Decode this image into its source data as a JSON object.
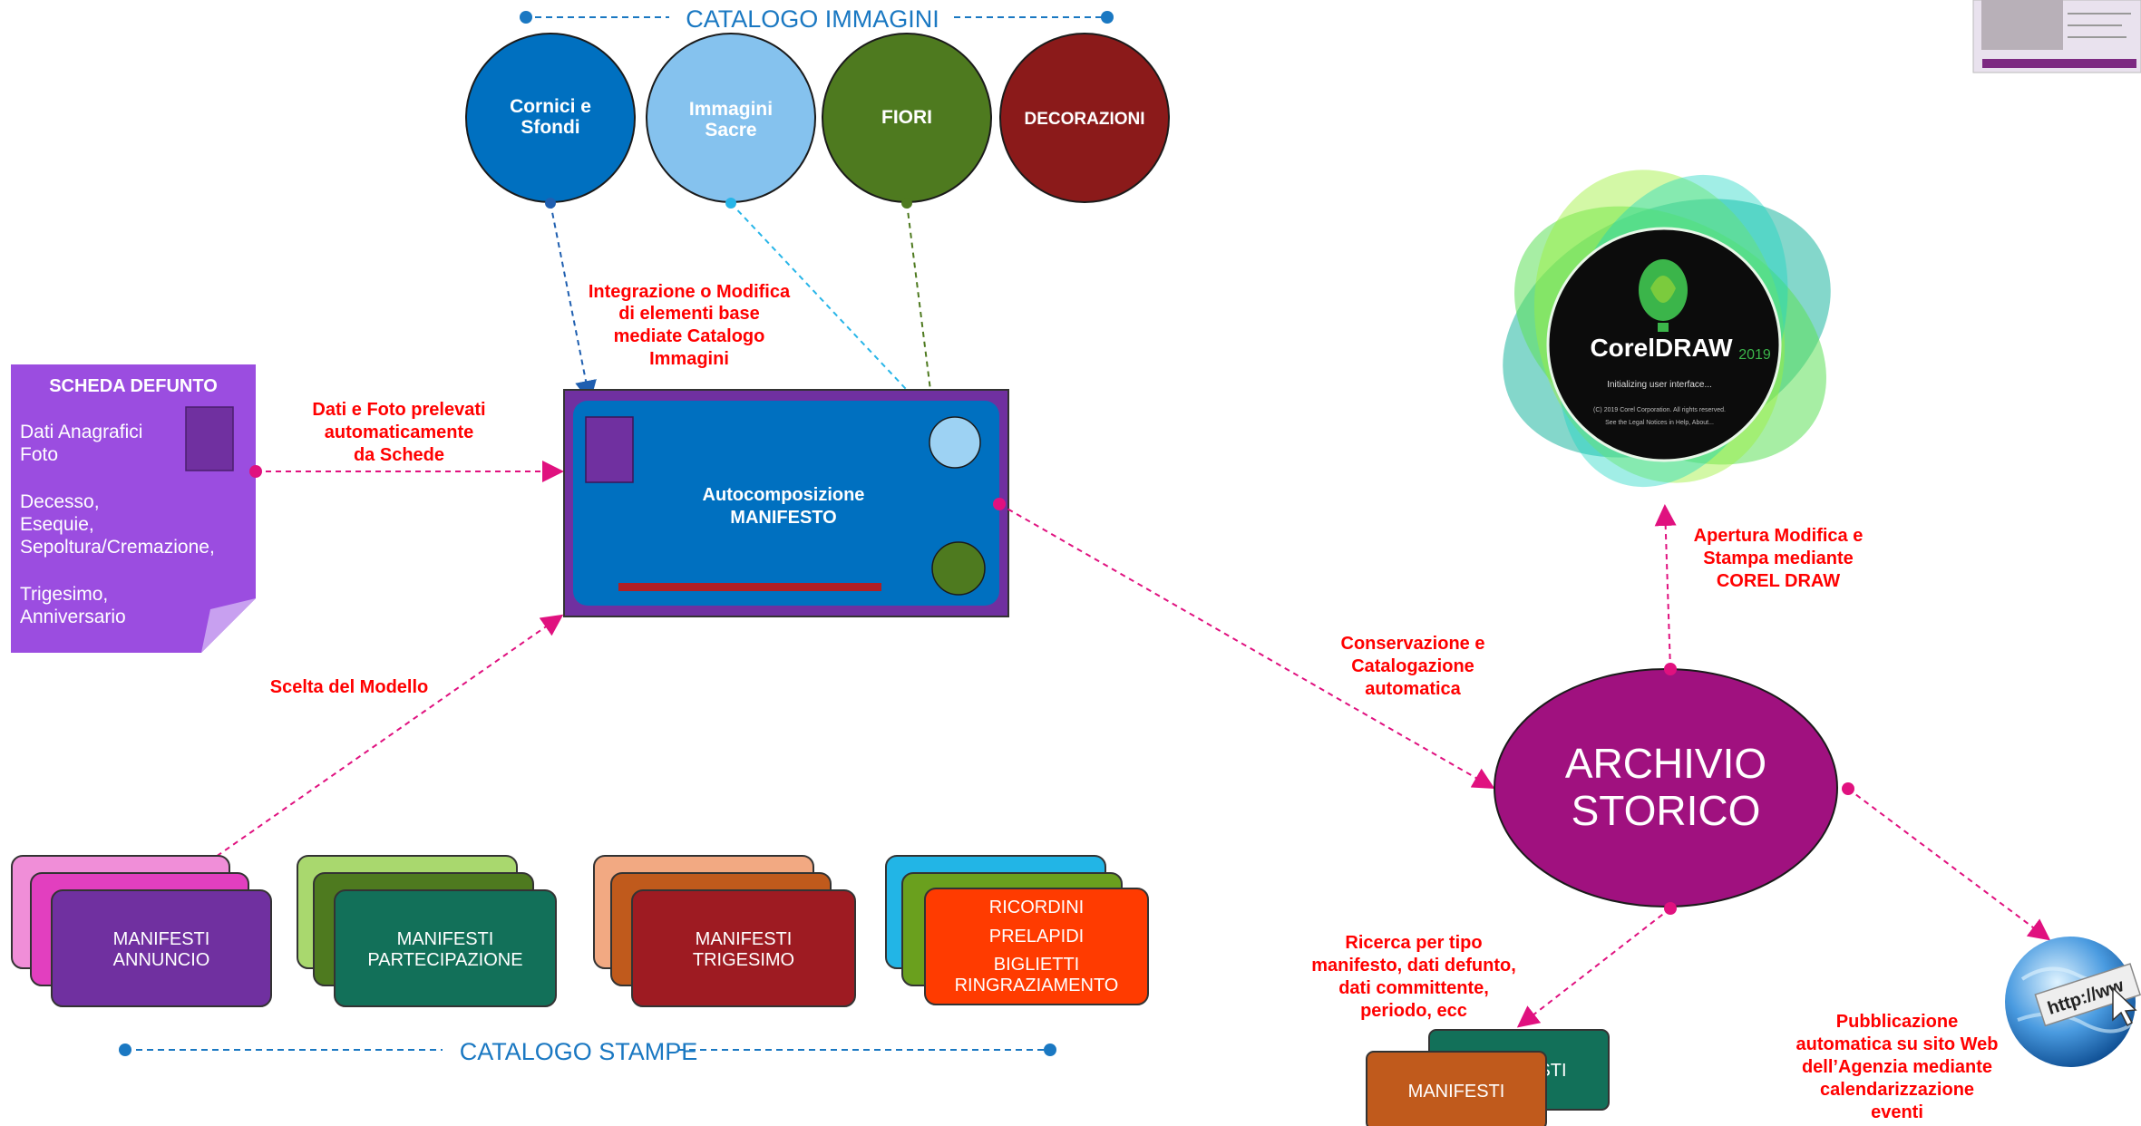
{
  "catalog_images": {
    "title": "CATALOGO IMMAGINI",
    "circles": [
      {
        "line1": "Cornici e",
        "line2": "Sfondi",
        "color": "#0070c0"
      },
      {
        "line1": "Immagini",
        "line2": "Sacre",
        "color": "#85c2ee"
      },
      {
        "line1": "FIORI",
        "line2": "",
        "color": "#4e7a1f"
      },
      {
        "line1": "DECORAZIONI",
        "line2": "",
        "color": "#8b1a1a"
      }
    ]
  },
  "integration_label": [
    "Integrazione o Modifica",
    "di elementi base",
    "mediate Catalogo",
    "Immagini"
  ],
  "scheda": {
    "title": "SCHEDA DEFUNTO",
    "lines": [
      "Dati Anagrafici",
      "Foto",
      "",
      "Decesso,",
      "Esequie,",
      "Sepoltura/Cremazione,",
      "",
      "Trigesimo,",
      "Anniversario"
    ],
    "color": "#9b4de0"
  },
  "dati_label": [
    "Dati e Foto prelevati",
    "automaticamente",
    "da Schede"
  ],
  "manifesto": {
    "line1": "Autocomposizione",
    "line2": "MANIFESTO"
  },
  "scelta_label": "Scelta del Modello",
  "catalog_stampe": {
    "title": "CATALOGO STAMPE",
    "stacks": [
      {
        "lines": [
          "MANIFESTI",
          "ANNUNCIO"
        ],
        "colors": [
          "#f08ed8",
          "#e23fbf",
          "#7030a0"
        ]
      },
      {
        "lines": [
          "MANIFESTI",
          "PARTECIPAZIONE"
        ],
        "colors": [
          "#a9d86e",
          "#4e7a1f",
          "#127059"
        ]
      },
      {
        "lines": [
          "MANIFESTI",
          "TRIGESIMO"
        ],
        "colors": [
          "#f2a982",
          "#c05a1c",
          "#9e1b22"
        ]
      },
      {
        "lines": [
          "RICORDINI",
          "PRELAPIDI",
          "BIGLIETTI",
          "RINGRAZIAMENTO"
        ],
        "colors": [
          "#22b5e6",
          "#6aa01e",
          "#ff3b00"
        ]
      }
    ]
  },
  "corel": {
    "brand": "CorelDRAW",
    "year": "2019",
    "status": "Initializing user interface...",
    "copyright": "(C) 2019 Corel Corporation. All rights reserved.",
    "legal": "See the Legal Notices in Help, About..."
  },
  "apertura_label": [
    "Apertura Modifica e",
    "Stampa  mediante",
    "COREL DRAW"
  ],
  "conservazione_label": [
    "Conservazione e",
    "Catalogazione",
    "automatica"
  ],
  "archivio": {
    "line1": "ARCHIVIO",
    "line2": "STORICO",
    "color": "#a0117f"
  },
  "ricerca_label": [
    "Ricerca per tipo",
    "manifesto, dati defunto,",
    "dati committente,",
    "periodo,  ecc"
  ],
  "manifesti_back_text": "STI",
  "manifesti_front_text": "MANIFESTI",
  "pubblicazione_label": [
    "Pubblicazione",
    "automatica su sito Web",
    "dell’Agenzia mediante",
    "calendarizzazione",
    "eventi"
  ],
  "web_icon_text": "http://ww",
  "colors": {
    "magenta": "#e0117f",
    "red_text": "#ff0000",
    "catalog_blue": "#1a78c2",
    "manifesto_blue": "#0070c0",
    "manifesto_frame": "#7030a0"
  }
}
